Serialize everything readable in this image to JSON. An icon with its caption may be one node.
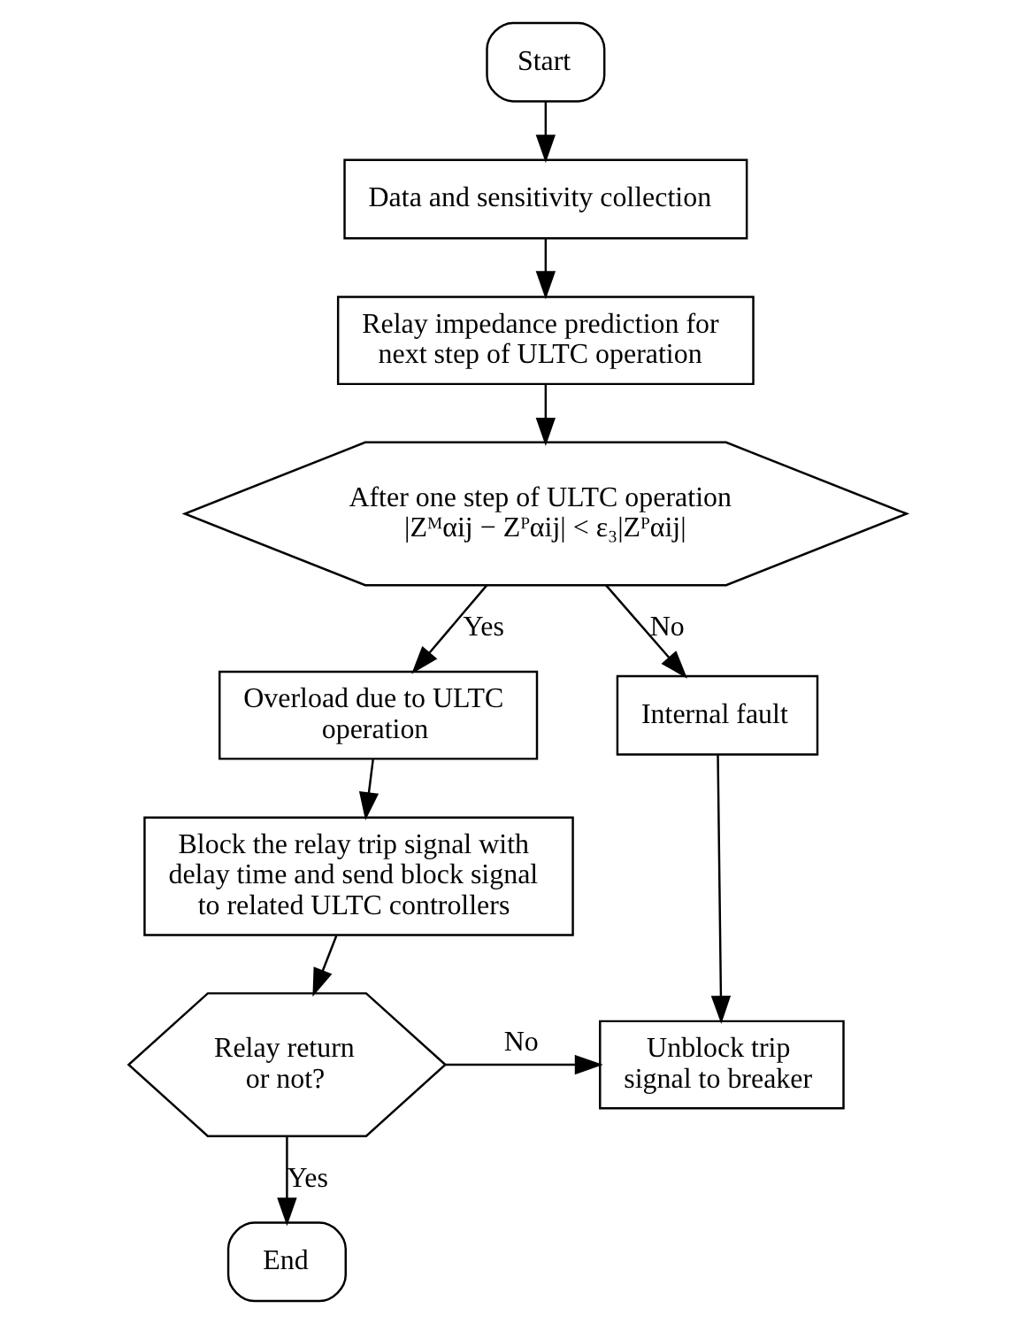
{
  "diagram": {
    "nodes": [
      {
        "text": [
          "Start"
        ]
      },
      {
        "text": [
          "Data and sensitivity collection"
        ]
      },
      {
        "text": [
          "Relay impedance prediction for next step of ULTC operation"
        ]
      },
      {
        "text": [
          "After one step of ULTC operation",
          "|Zᴹαij − Zᴾαij| < ε₃|Zᴾαij|"
        ]
      },
      {
        "text": [
          "Overload due to ULTC operation"
        ]
      },
      {
        "text": [
          "Internal fault"
        ]
      },
      {
        "text": [
          "Block the relay trip signal with delay time and send block signal to related ULTC controllers"
        ]
      },
      {
        "text": [
          "Relay return or not?"
        ]
      },
      {
        "text": [
          "Unblock trip signal to breaker"
        ]
      },
      {
        "text": [
          "End"
        ]
      }
    ],
    "edges": [
      {
        "from": 0,
        "to": 1,
        "arrow": "to"
      },
      {
        "from": 1,
        "to": 2,
        "arrow": "to"
      },
      {
        "from": 2,
        "to": 3,
        "arrow": "to"
      },
      {
        "from": 3,
        "to": 4,
        "arrow": "to",
        "label": "Yes"
      },
      {
        "from": 3,
        "to": 5,
        "arrow": "to",
        "label": "No"
      },
      {
        "from": 4,
        "to": 6,
        "arrow": "to"
      },
      {
        "from": 6,
        "to": 7,
        "arrow": "to"
      },
      {
        "from": 7,
        "to": 8,
        "arrow": "to",
        "label": "No"
      },
      {
        "from": 5,
        "to": 8,
        "arrow": "to"
      },
      {
        "from": 7,
        "to": 9,
        "arrow": "to",
        "label": "Yes"
      }
    ]
  }
}
